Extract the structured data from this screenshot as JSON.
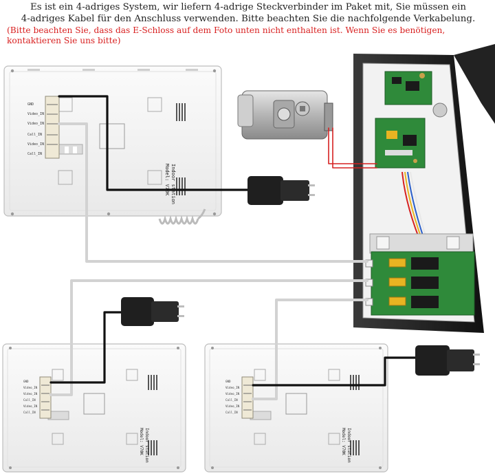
{
  "header": {
    "line1": "Es ist ein 4-adriges System, wir liefern 4-adrige Steckverbinder im Paket mit, Sie müssen ein",
    "line2": "4-adriges Kabel für den Anschluss verwenden. Bitte beachten Sie die nachfolgende Verkabelung.",
    "note": "(Bitte beachten Sie, dass das E-Schloss auf dem Foto unten nicht enthalten ist. Wenn Sie es benötigen, kontaktieren Sie uns bitte)"
  },
  "monitor": {
    "station_label": "Indoor station",
    "model_label": "Model: V70K",
    "terminal_labels": [
      "GND",
      "Video_IN",
      "Video_IN",
      "Call_IN",
      "Video_IN",
      "Call_IN"
    ]
  },
  "colors": {
    "note_red": "#d81e1e",
    "cable_black": "#111111",
    "cable_white": "#dcdcdc",
    "pcb_green": "#2f8a3a",
    "relay_yellow": "#e8b422",
    "lock_wire_red": "#d62020"
  },
  "icons": [
    "power-adapter-icon",
    "electric-lock-icon",
    "door-station-panel-icon",
    "handset-cord-icon"
  ]
}
